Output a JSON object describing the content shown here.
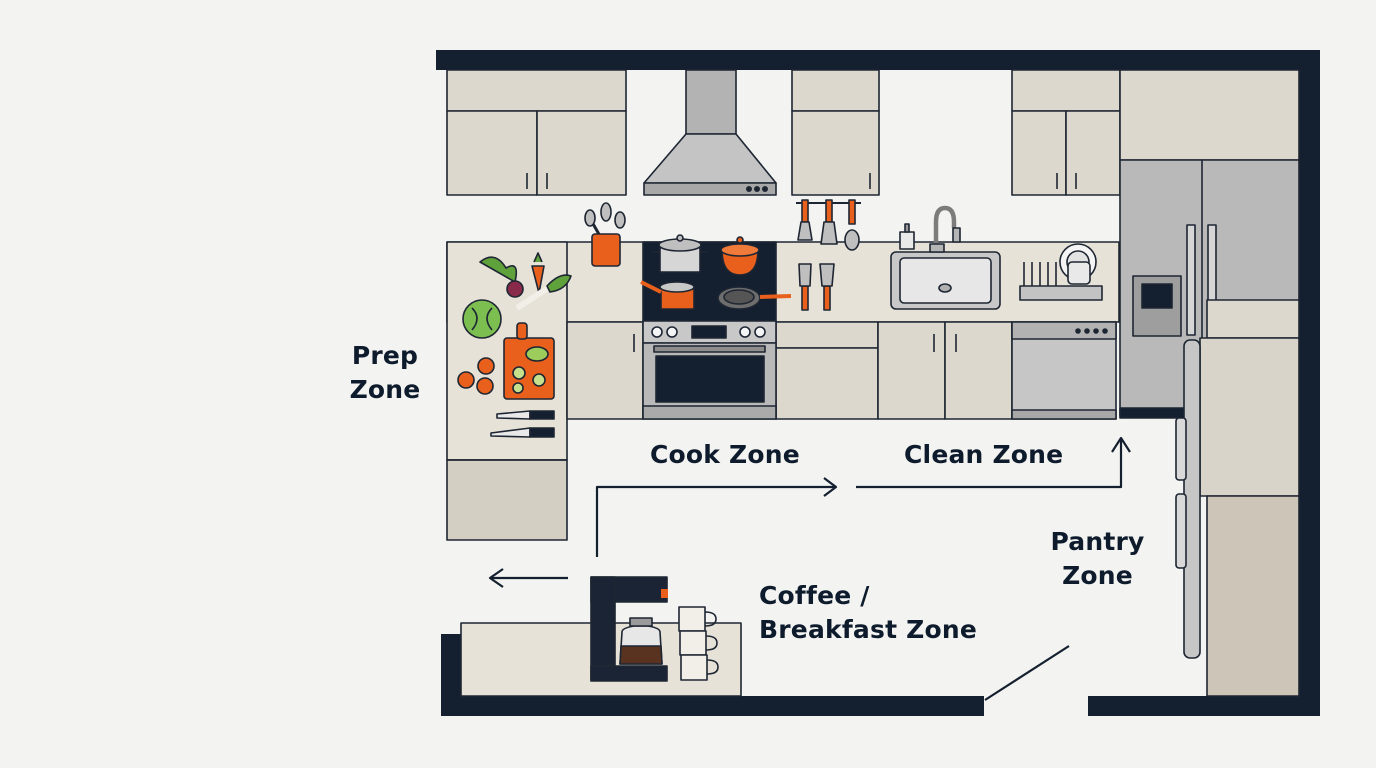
{
  "zones": {
    "prep": [
      "Prep",
      "Zone"
    ],
    "cook": "Cook Zone",
    "clean": "Clean Zone",
    "pantry": [
      "Pantry",
      "Zone"
    ],
    "coffee": [
      "Coffee /",
      "Breakfast Zone"
    ]
  },
  "colors": {
    "wall": "#14202f",
    "cabinet": "#dcd8cd",
    "counter": "#e6e2d8",
    "steel": "#b9b9b9",
    "accent": "#e8601c",
    "greens": "#5fa13a",
    "outline": "#1e2633",
    "background": "#f3f3f1"
  },
  "icons": [
    "range-hood-icon",
    "stove-icon",
    "oven-icon",
    "sink-icon",
    "faucet-icon",
    "dish-rack-icon",
    "dishwasher-icon",
    "refrigerator-icon",
    "coffee-maker-icon",
    "mug-icon",
    "knife-icon",
    "cutting-board-icon",
    "vegetable-icon",
    "utensil-holder-icon",
    "pot-icon",
    "pan-icon",
    "soap-dispenser-icon",
    "arrow-icon"
  ]
}
